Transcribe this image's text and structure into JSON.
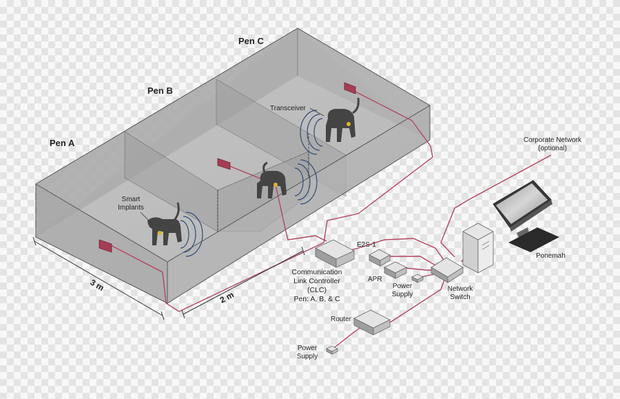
{
  "pens": {
    "a": "Pen A",
    "b": "Pen B",
    "c": "Pen C"
  },
  "labels": {
    "transceiver": "Transceiver",
    "smart_implants": [
      "Smart",
      "Implants"
    ],
    "clc": [
      "Communication",
      "Link Controller",
      "(CLC)",
      "Pen: A, B, & C"
    ],
    "e2s1": "E2S-1",
    "apr": "APR",
    "power_supply_1": [
      "Power",
      "Supply"
    ],
    "network_switch": [
      "Network",
      "Switch"
    ],
    "router": "Router",
    "power_supply_2": [
      "Power",
      "Supply"
    ],
    "corporate_network": [
      "Corporate Network",
      "(optional)"
    ],
    "ponemah": "Ponemah"
  },
  "dimensions": {
    "length": "3 m",
    "width": "2 m"
  },
  "colors": {
    "cable": "#b2455f",
    "pen_fill": "#aeaeae",
    "device": "#d9d9d9",
    "transmitter": "#a63d55",
    "wave": "#2e4a7a"
  }
}
